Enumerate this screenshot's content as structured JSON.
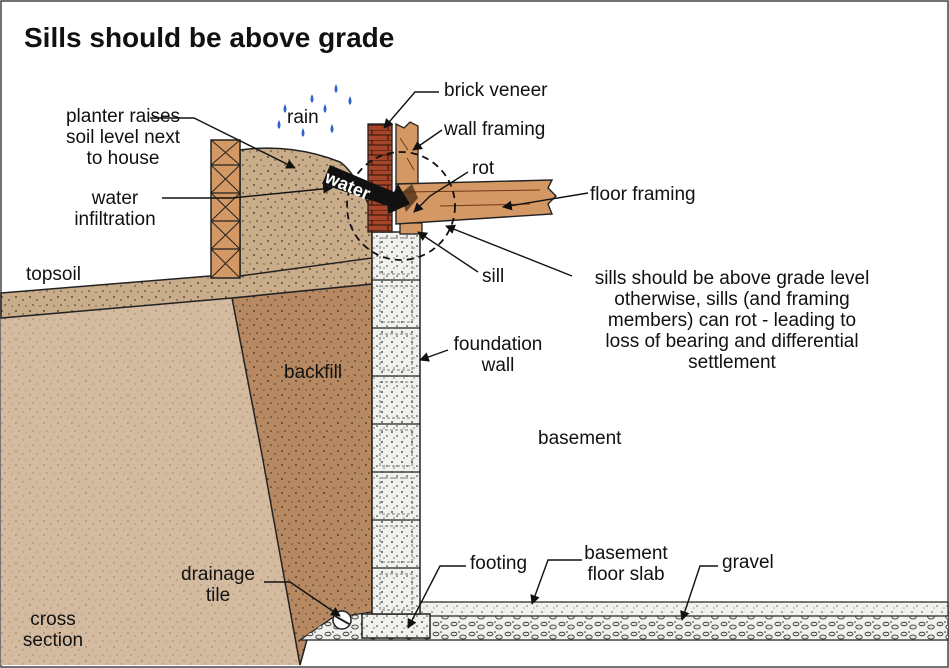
{
  "title": "Sills should be above grade",
  "labels": {
    "rain": "rain",
    "brick_veneer": "brick veneer",
    "wall_framing": "wall framing",
    "planter": [
      "planter raises",
      "soil level next",
      "to house"
    ],
    "rot": "rot",
    "water_arrow": "water",
    "floor_framing": "floor framing",
    "water_infiltration": [
      "water",
      "infiltration"
    ],
    "topsoil": "topsoil",
    "sill": "sill",
    "sill_note": [
      "sills should be above grade  level",
      "otherwise, sills (and framing",
      "members) can rot - leading to",
      "loss of bearing and differential",
      "settlement"
    ],
    "foundation_wall": [
      "foundation",
      "wall"
    ],
    "backfill": "backfill",
    "basement": "basement",
    "drainage_tile": [
      "drainage",
      "tile"
    ],
    "footing": "footing",
    "basement_floor_slab": [
      "basement",
      "floor slab"
    ],
    "gravel": "gravel",
    "cross_section": [
      "cross",
      "section"
    ]
  },
  "colors": {
    "native_soil": "#d4bba0",
    "backfill": "#b68963",
    "topsoil": "#c9ad8b",
    "brick": "#a6452a",
    "wood": "#d49864",
    "concrete": "#f1f1ee",
    "water_arrow": "#111111",
    "rot_circle": "#111111"
  }
}
